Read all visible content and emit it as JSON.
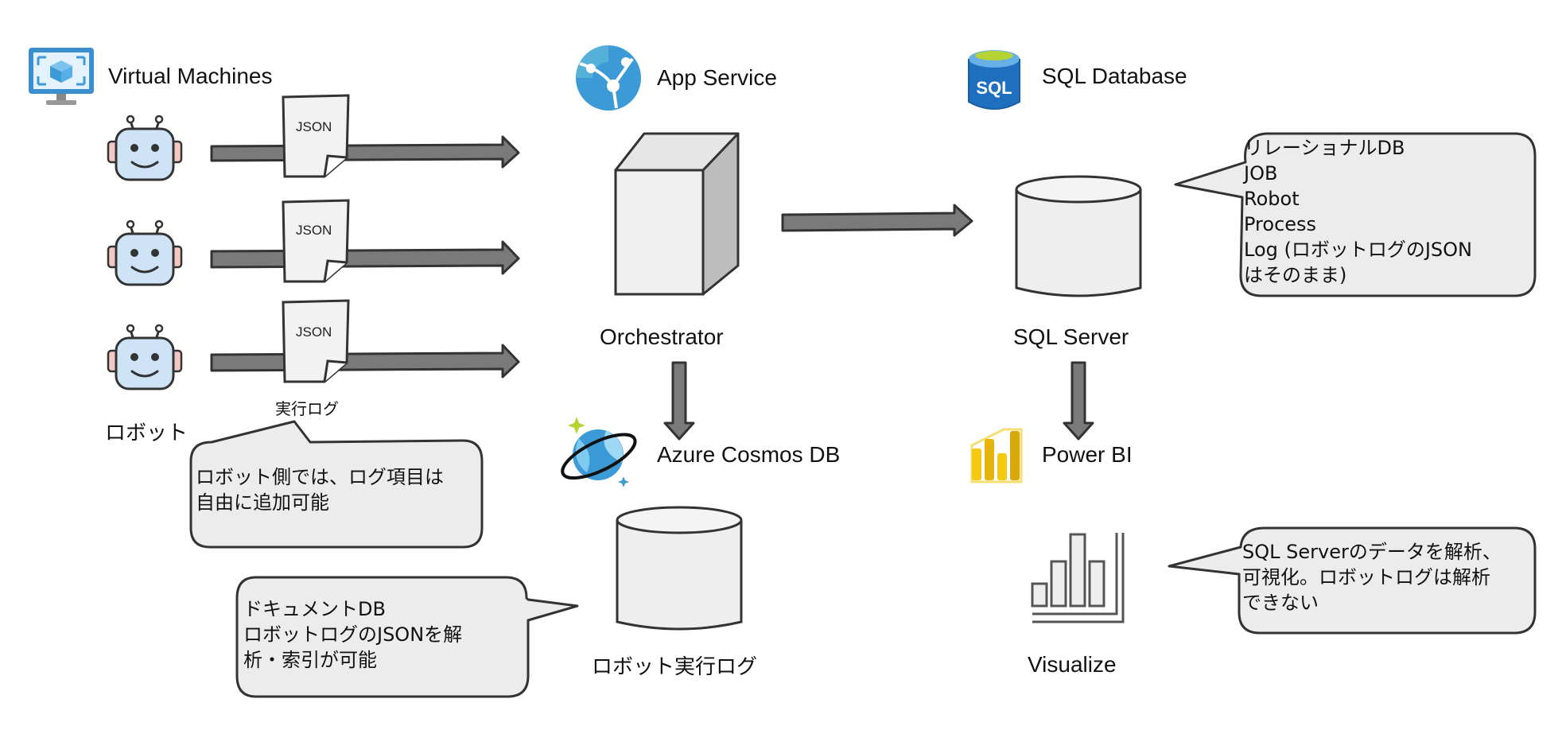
{
  "services": {
    "vm": "Virtual Machines",
    "app": "App Service",
    "sql": "SQL Database",
    "cosmos": "Azure Cosmos DB",
    "powerbi": "Power BI"
  },
  "components": {
    "robot": "ロボット",
    "exec_log": "実行ログ",
    "orchestrator": "Orchestrator",
    "sql_server": "SQL Server",
    "robot_log": "ロボット実行ログ",
    "visualize": "Visualize",
    "json": "JSON"
  },
  "notes": {
    "robot_note": [
      "ロボット側では、ログ項目は",
      "自由に追加可能"
    ],
    "cosmos_note": [
      "ドキュメントDB",
      "ロボットログのJSONを解",
      "析・索引が可能"
    ],
    "sql_note": [
      "リレーショナルDB",
      "JOB",
      "Robot",
      "Process",
      "Log (ロボットログのJSON",
      "はそのまま)"
    ],
    "viz_note": [
      "SQL Serverのデータを解析、",
      "可視化。ロボットログは解析",
      "できない"
    ]
  },
  "icons": [
    "virtual-machine-icon",
    "app-service-icon",
    "sql-database-icon",
    "cosmos-db-icon",
    "power-bi-icon",
    "robot-icon",
    "server-icon",
    "database-icon",
    "bar-chart-icon",
    "json-document-icon"
  ],
  "colors": {
    "arrow_fill": "#7a7a7a",
    "shape_fill": "#eeeeee",
    "stroke": "#333333",
    "azure_blue": "#3c9bd6",
    "sql_blue": "#1f6fbf",
    "powerbi_yellow": "#f2c811"
  }
}
